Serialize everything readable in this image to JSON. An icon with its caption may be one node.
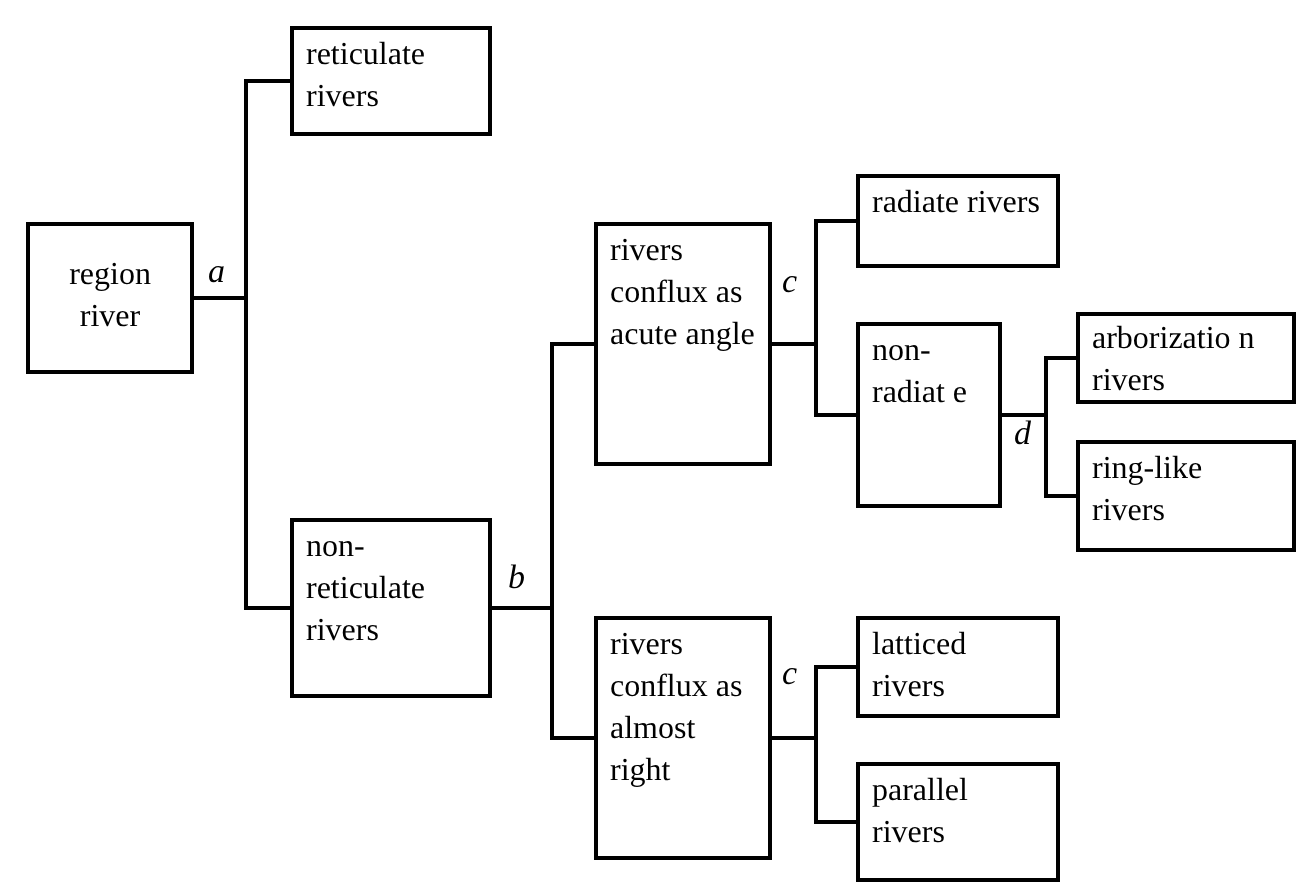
{
  "diagram": {
    "nodes": [
      {
        "text": [
          "region river"
        ]
      },
      {
        "text": [
          "reticulate rivers"
        ]
      },
      {
        "text": [
          "non- reticulate rivers"
        ]
      },
      {
        "text": [
          "rivers conflux as acute angle"
        ]
      },
      {
        "text": [
          "rivers conflux as almost right"
        ]
      },
      {
        "text": [
          "radiate rivers"
        ]
      },
      {
        "text": [
          "non- radiat e"
        ]
      },
      {
        "text": [
          "arborizatio n rivers"
        ]
      },
      {
        "text": [
          "ring-like rivers"
        ]
      },
      {
        "text": [
          "latticed rivers"
        ]
      },
      {
        "text": [
          "parallel rivers"
        ]
      }
    ],
    "edges": [
      {
        "from": 0,
        "to": 1,
        "arrow": "none"
      },
      {
        "from": 0,
        "to": 2,
        "arrow": "none"
      },
      {
        "from": 2,
        "to": 3,
        "arrow": "none"
      },
      {
        "from": 2,
        "to": 4,
        "arrow": "none"
      },
      {
        "from": 3,
        "to": 5,
        "arrow": "none"
      },
      {
        "from": 3,
        "to": 6,
        "arrow": "none"
      },
      {
        "from": 6,
        "to": 7,
        "arrow": "none"
      },
      {
        "from": 6,
        "to": 8,
        "arrow": "none"
      },
      {
        "from": 4,
        "to": 9,
        "arrow": "none"
      },
      {
        "from": 4,
        "to": 10,
        "arrow": "none"
      }
    ],
    "labels": [
      "a",
      "b",
      "c",
      "d",
      "c"
    ]
  }
}
